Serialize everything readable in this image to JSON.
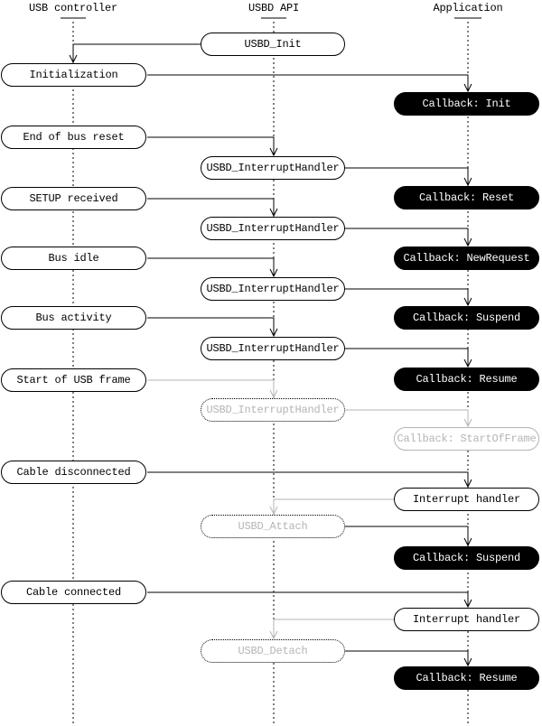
{
  "diagram": {
    "type": "sequence-diagram",
    "columns": [
      {
        "label": "USB controller"
      },
      {
        "label": "USBD API"
      },
      {
        "label": "Application"
      }
    ],
    "nodes": {
      "usbd_init": "USBD_Init",
      "initialization": "Initialization",
      "callback_init": "Callback: Init",
      "end_of_bus_reset": "End of bus reset",
      "interrupt_handler_1": "USBD_InterruptHandler",
      "setup_received": "SETUP received",
      "callback_reset": "Callback: Reset",
      "interrupt_handler_2": "USBD_InterruptHandler",
      "bus_idle": "Bus idle",
      "callback_newrequest": "Callback: NewRequest",
      "interrupt_handler_3": "USBD_InterruptHandler",
      "bus_activity": "Bus activity",
      "callback_suspend_1": "Callback: Suspend",
      "interrupt_handler_4": "USBD_InterruptHandler",
      "start_of_usb_frame": "Start of USB frame",
      "callback_resume_1": "Callback: Resume",
      "interrupt_handler_5": "USBD_InterruptHandler",
      "callback_startofframe": "Callback: StartOfFrame",
      "cable_disconnected": "Cable disconnected",
      "app_interrupt_handler_1": "Interrupt handler",
      "usbd_attach": "USBD_Attach",
      "callback_suspend_2": "Callback: Suspend",
      "cable_connected": "Cable connected",
      "app_interrupt_handler_2": "Interrupt handler",
      "usbd_detach": "USBD_Detach",
      "callback_resume_2": "Callback: Resume"
    },
    "flows": [
      {
        "from": "USBD_Init",
        "to": "Initialization",
        "style": "solid"
      },
      {
        "from": "Initialization",
        "to": "Callback: Init",
        "style": "solid"
      },
      {
        "from": "End of bus reset",
        "to": "USBD_InterruptHandler",
        "style": "solid"
      },
      {
        "from": "USBD_InterruptHandler",
        "to": "Callback: Reset",
        "style": "solid"
      },
      {
        "from": "SETUP received",
        "to": "USBD_InterruptHandler",
        "style": "solid"
      },
      {
        "from": "USBD_InterruptHandler",
        "to": "Callback: NewRequest",
        "style": "solid"
      },
      {
        "from": "Bus idle",
        "to": "USBD_InterruptHandler",
        "style": "solid"
      },
      {
        "from": "USBD_InterruptHandler",
        "to": "Callback: Suspend",
        "style": "solid"
      },
      {
        "from": "Bus activity",
        "to": "USBD_InterruptHandler",
        "style": "solid"
      },
      {
        "from": "USBD_InterruptHandler",
        "to": "Callback: Resume",
        "style": "solid"
      },
      {
        "from": "Start of USB frame",
        "to": "USBD_InterruptHandler",
        "style": "gray"
      },
      {
        "from": "USBD_InterruptHandler",
        "to": "Callback: StartOfFrame",
        "style": "gray"
      },
      {
        "from": "Cable disconnected",
        "to": "Interrupt handler",
        "style": "solid"
      },
      {
        "from": "Interrupt handler",
        "to": "USBD_Attach",
        "style": "gray"
      },
      {
        "from": "USBD_Attach",
        "to": "Callback: Suspend",
        "style": "solid"
      },
      {
        "from": "Cable connected",
        "to": "Interrupt handler",
        "style": "solid"
      },
      {
        "from": "Interrupt handler",
        "to": "USBD_Detach",
        "style": "gray"
      },
      {
        "from": "USBD_Detach",
        "to": "Callback: Resume",
        "style": "solid"
      }
    ],
    "colors": {
      "line_black": "#000000",
      "inactive_gray": "#b4b4b4",
      "callback_bg": "#000000",
      "callback_text": "#ffffff"
    }
  }
}
